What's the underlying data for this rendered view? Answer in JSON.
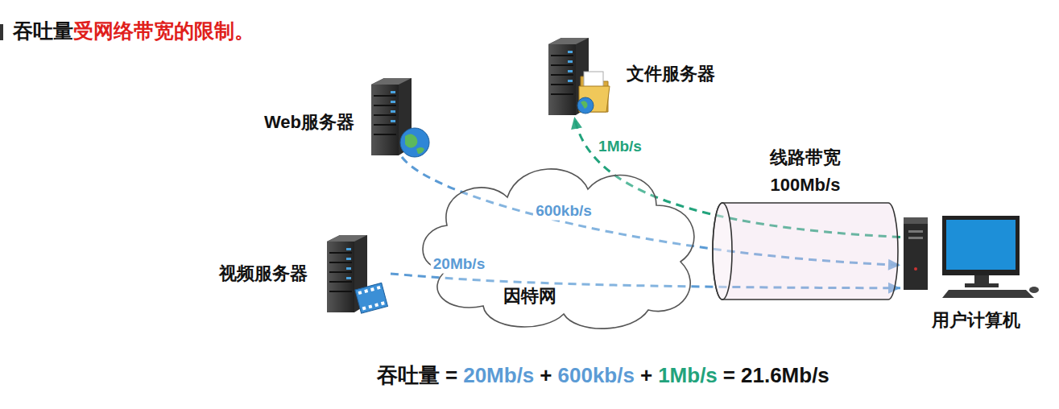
{
  "diagram": {
    "title": "吞吐量",
    "nodes": [
      {
        "text": [
          "Web服务器"
        ]
      },
      {
        "text": [
          "文件服务器"
        ]
      },
      {
        "text": [
          "视频服务器"
        ]
      },
      {
        "text": [
          "因特网"
        ]
      },
      {
        "text": [
          "线路带宽",
          "100Mb/s"
        ]
      },
      {
        "text": [
          "用户计算机"
        ]
      }
    ],
    "edges": [
      {
        "from": 0,
        "to": 5,
        "label": "600kb/s",
        "arrow": "to"
      },
      {
        "from": 2,
        "to": 5,
        "label": "20Mb/s",
        "arrow": "to"
      },
      {
        "from": 5,
        "to": 1,
        "label": "1Mb/s",
        "arrow": "to"
      }
    ],
    "labels": [
      "受网络带宽的限制。",
      "吞吐量",
      "=",
      "20Mb/s",
      "+",
      "600kb/s",
      "+",
      "1Mb/s",
      "=",
      "21.6Mb/s"
    ]
  }
}
